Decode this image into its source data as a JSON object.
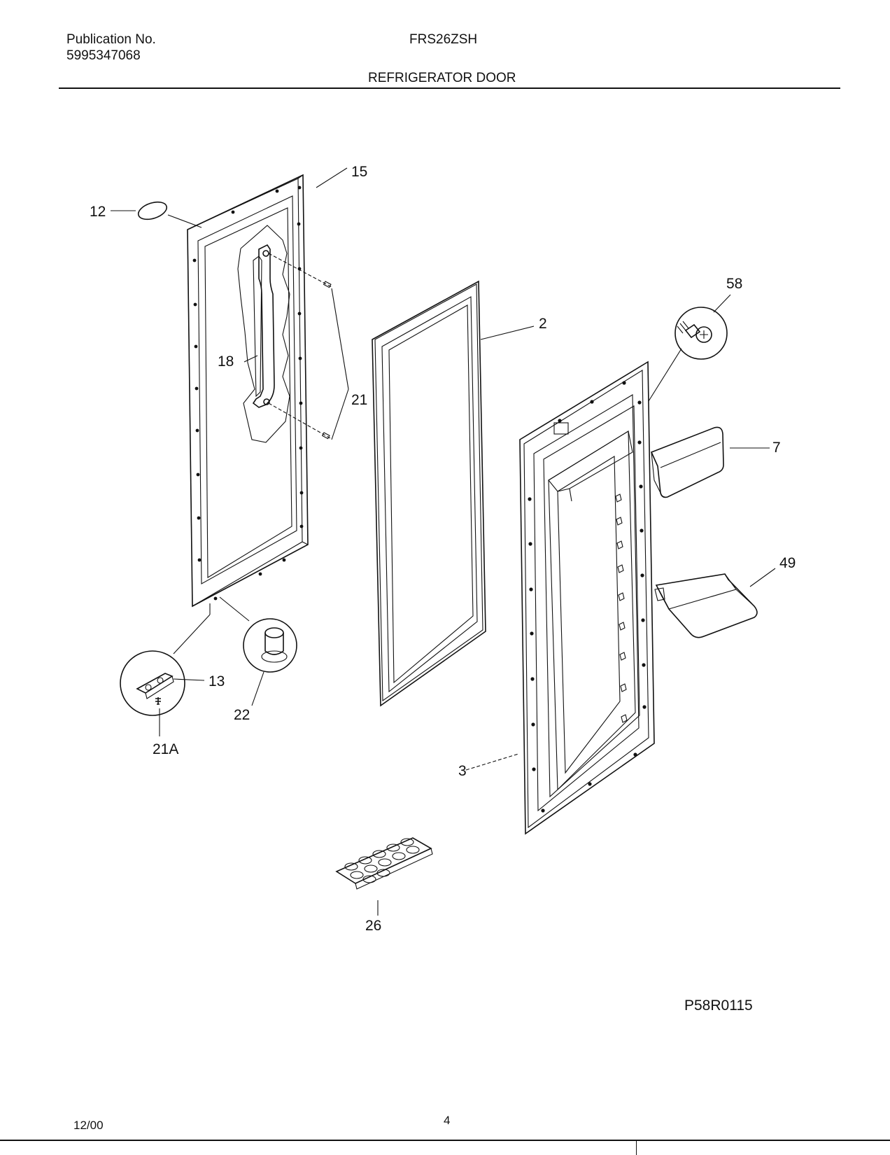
{
  "header": {
    "publication_label": "Publication No.",
    "publication_number": "5995347068",
    "model": "FRS26ZSH",
    "section_title": "REFRIGERATOR DOOR"
  },
  "parts": {
    "p12": "12",
    "p15": "15",
    "p18": "18",
    "p21": "21",
    "p2": "2",
    "p58": "58",
    "p7": "7",
    "p49": "49",
    "p13": "13",
    "p22": "22",
    "p21a": "21A",
    "p3": "3",
    "p26": "26"
  },
  "footer": {
    "diagram_id": "P58R0115",
    "date": "12/00",
    "page": "4"
  }
}
